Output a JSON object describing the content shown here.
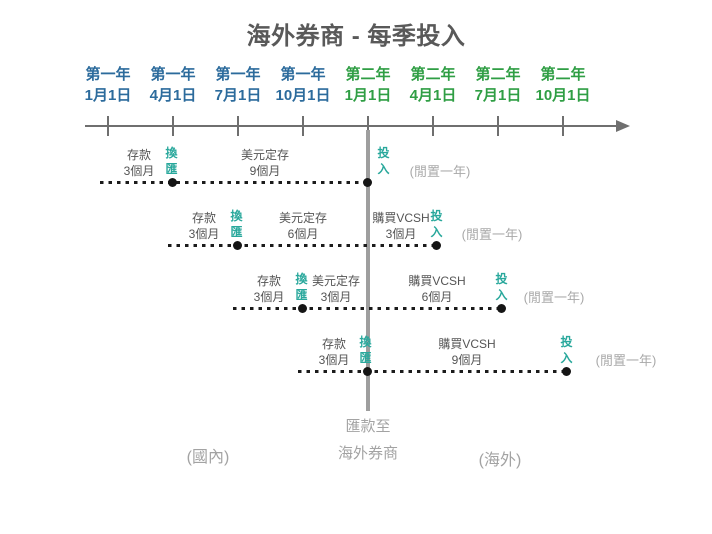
{
  "title": "海外券商 - 每季投入",
  "colors": {
    "year1_blue": "#2c6b9c",
    "year2_green": "#2f9e44",
    "action_teal": "#29a89c",
    "label_gray": "#555555",
    "muted_gray": "#a9a9a9",
    "axis_gray": "#6f6f6f",
    "dot_black": "#151515"
  },
  "timeline": {
    "dates": [
      {
        "year": "第一年",
        "date": "1月1日"
      },
      {
        "year": "第一年",
        "date": "4月1日"
      },
      {
        "year": "第一年",
        "date": "7月1日"
      },
      {
        "year": "第一年",
        "date": "10月1日"
      },
      {
        "year": "第二年",
        "date": "1月1日"
      },
      {
        "year": "第二年",
        "date": "4月1日"
      },
      {
        "year": "第二年",
        "date": "7月1日"
      },
      {
        "year": "第二年",
        "date": "10月1日"
      }
    ]
  },
  "rows": [
    {
      "deposit": {
        "line1": "存款",
        "line2": "3個月"
      },
      "exchange": "換匯",
      "usd_deposit": {
        "line1": "美元定存",
        "line2": "9個月"
      },
      "invest": "投入",
      "idle": "(閒置一年)"
    },
    {
      "deposit": {
        "line1": "存款",
        "line2": "3個月"
      },
      "exchange": "換匯",
      "usd_deposit": {
        "line1": "美元定存",
        "line2": "6個月"
      },
      "buy": {
        "line1": "購買VCSH",
        "line2": "3個月"
      },
      "invest": "投入",
      "idle": "(閒置一年)"
    },
    {
      "deposit": {
        "line1": "存款",
        "line2": "3個月"
      },
      "exchange": "換匯",
      "usd_deposit": {
        "line1": "美元定存",
        "line2": "3個月"
      },
      "buy": {
        "line1": "購買VCSH",
        "line2": "6個月"
      },
      "invest": "投入",
      "idle": "(閒置一年)"
    },
    {
      "deposit": {
        "line1": "存款",
        "line2": "3個月"
      },
      "exchange": "換匯",
      "buy": {
        "line1": "購買VCSH",
        "line2": "9個月"
      },
      "invest": "投入",
      "idle": "(閒置一年)"
    }
  ],
  "footer": {
    "transfer_line1": "匯款至",
    "transfer_line2": "海外券商",
    "domestic": "(國內)",
    "overseas": "(海外)"
  }
}
